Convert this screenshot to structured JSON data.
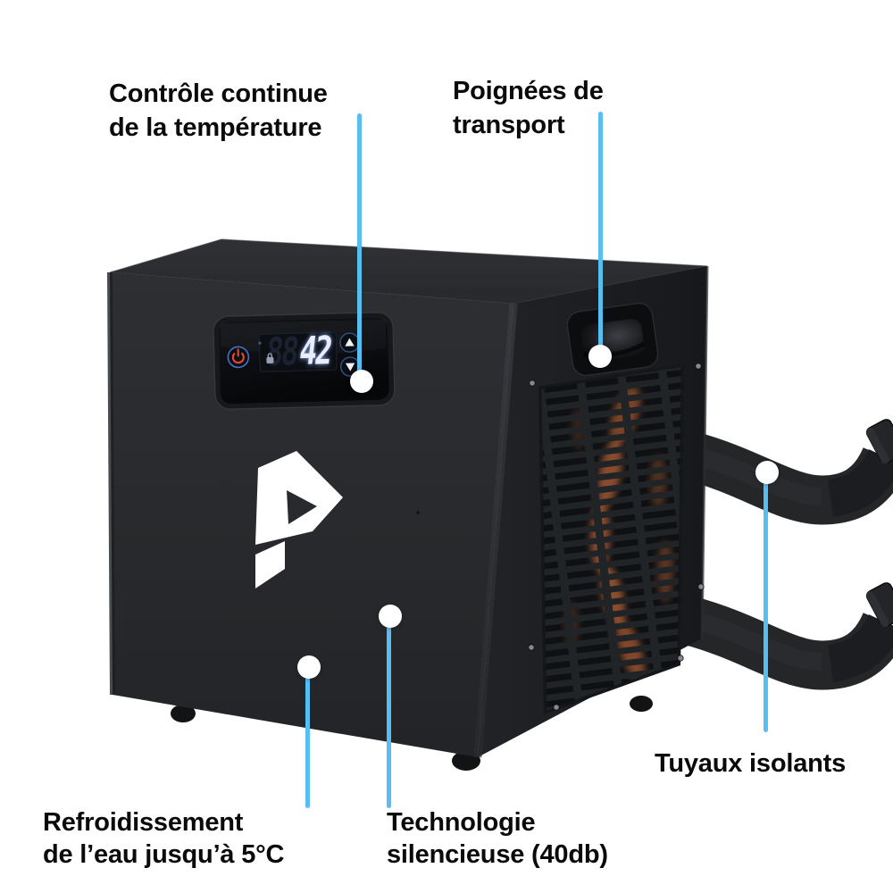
{
  "figure": {
    "type": "annotated-product-diagram",
    "product": "water chiller unit",
    "logo_letter": "P",
    "display": {
      "ghost_digits": "88",
      "temperature_value": "42"
    }
  },
  "callouts": {
    "temperature_control": {
      "line1": "Contrôle continue",
      "line2": "de la température"
    },
    "transport_handles": {
      "line1": "Poignées de",
      "line2": "transport"
    },
    "water_cooling": {
      "line1": "Refroidissement",
      "line2": "de l’eau jusqu’à 5°C"
    },
    "silent_technology": {
      "line1": "Technologie",
      "line2": "silencieuse (40db)"
    },
    "insulated_hoses": {
      "line1": "Tuyaux isolants"
    }
  },
  "colors": {
    "background": "#ffffff",
    "label_text": "#0a0a0a",
    "callout_line": "#56bef0",
    "callout_dot": "#ffffff",
    "body_dark": "#26282b",
    "display_digits": "#e6eeff",
    "power_icon": "#e8492c",
    "copper_coil": "#b0603a"
  }
}
